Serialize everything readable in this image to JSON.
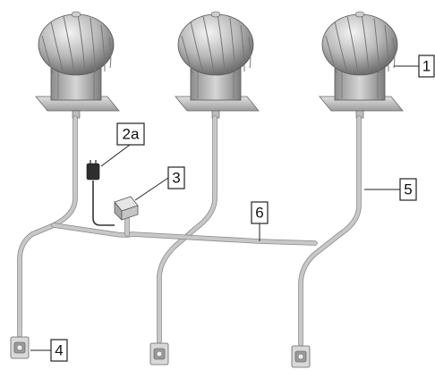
{
  "callouts": {
    "c1": "1",
    "c2a": "2a",
    "c3": "3",
    "c4": "4",
    "c5": "5",
    "c6": "6"
  }
}
